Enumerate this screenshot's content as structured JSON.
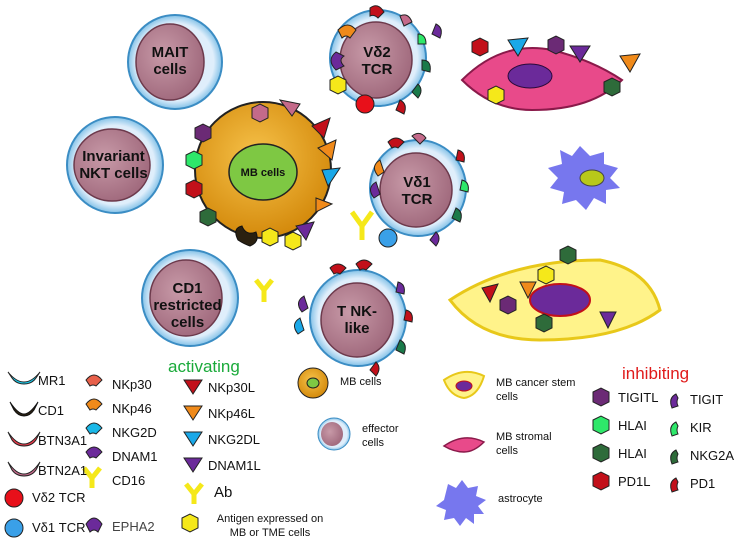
{
  "cells": {
    "mait": "MAIT cells",
    "inkt": "Invariant NKT cells",
    "cd1": "CD1 restricted cells",
    "mb": "MB cells",
    "vd2": "Vδ2 TCR",
    "vd1": "Vδ1 TCR",
    "tnk": "T NK-like"
  },
  "legend": {
    "activating_title": "activating",
    "inhibiting_title": "inhibiting",
    "left": [
      "MR1",
      "CD1",
      "BTN3A1",
      "BTN2A1",
      "Vδ2 TCR",
      "Vδ1 TCR"
    ],
    "receptors": [
      "NKp30",
      "NKp46",
      "NKG2D",
      "DNAM1",
      "CD16",
      "EPHA2"
    ],
    "ligands": [
      "NKp30L",
      "NKp46L",
      "NKG2DL",
      "DNAM1L",
      "Ab"
    ],
    "antigen": "Antigen expressed on MB or TME cells",
    "mb_cells": "MB cells",
    "effector": "effector cells",
    "stem": "MB cancer stem cells",
    "stromal": "MB stromal cells",
    "astrocyte": "astrocyte",
    "inhib_ligands": [
      "TIGITL",
      "HLAI",
      "HLAI",
      "PD1L"
    ],
    "inhib_receptors": [
      "TIGIT",
      "KIR",
      "NKG2A",
      "PD1"
    ]
  },
  "colors": {
    "activating": "#1aaa3a",
    "inhibiting": "#e01b1b",
    "mb_cell": "#e8a21a",
    "mb_nucleus": "#7ec843",
    "effector_nucleus": "#b07a8c",
    "astrocyte": "#7777ee"
  }
}
